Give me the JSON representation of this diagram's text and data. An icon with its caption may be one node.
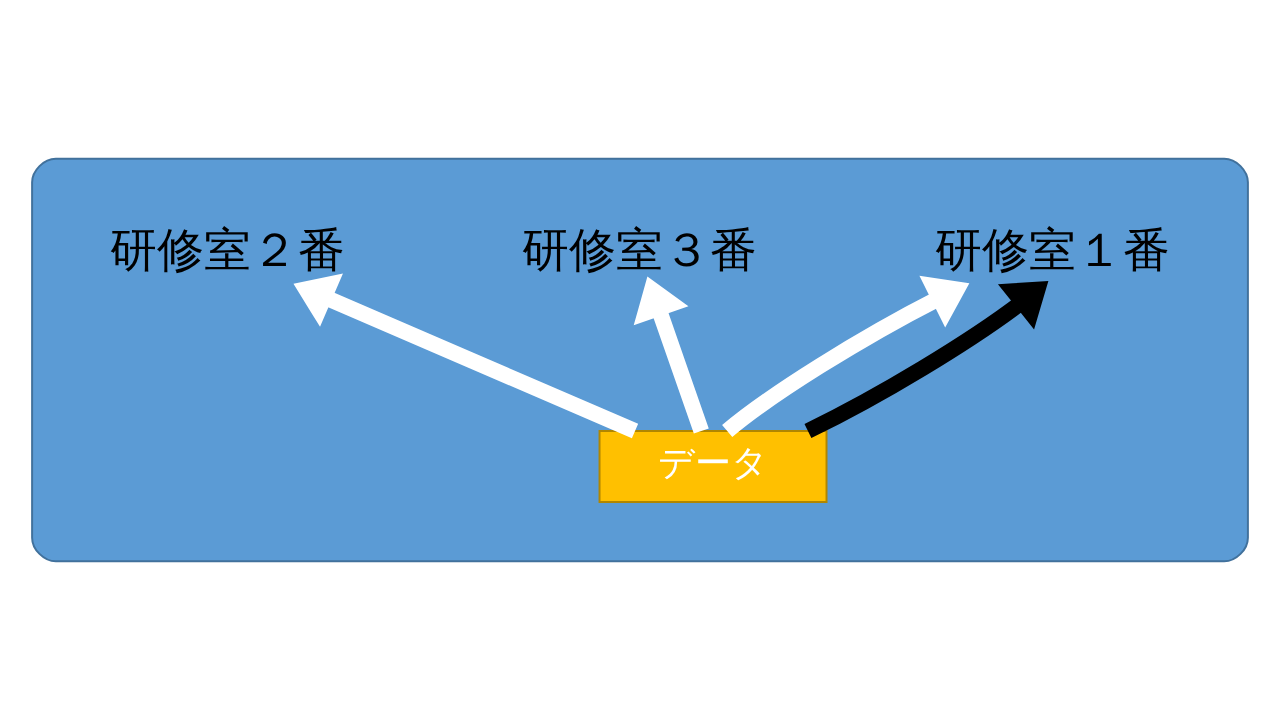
{
  "diagram": {
    "nodes": [
      {
        "text": [],
        "shape": "box"
      },
      {
        "text": [
          "データ"
        ],
        "in": 0
      },
      {
        "text": [
          "研修室１番"
        ],
        "in": 0
      },
      {
        "text": [
          "研修室２番"
        ],
        "in": 0
      },
      {
        "text": [
          "研修室３番"
        ],
        "in": 0
      }
    ],
    "edges": [
      {
        "from": 1,
        "to": 3,
        "arrow": "to"
      },
      {
        "from": 1,
        "to": 4,
        "arrow": "to"
      },
      {
        "from": 1,
        "to": 2,
        "arrow": "to"
      },
      {
        "from": 1,
        "to": 2,
        "arrow": "to",
        "color": "#000000"
      }
    ]
  }
}
